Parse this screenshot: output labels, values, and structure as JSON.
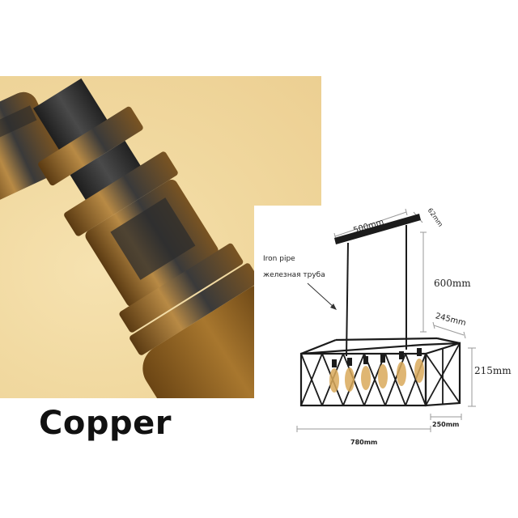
{
  "product": {
    "finish_label": "Copper",
    "photo_alt": "Close-up of copper-finish iron pipe lamp joint"
  },
  "diagram": {
    "callout": {
      "line1": "Iron pipe",
      "line2": "железная труба"
    },
    "dimensions": {
      "canopy_length": "500mm",
      "canopy_width": "62mm",
      "drop_height": "600mm",
      "cage_depth_top": "245mm",
      "cage_height": "215mm",
      "cage_depth_bottom": "250mm",
      "cage_length": "780mm"
    },
    "bulb_count": 6
  },
  "colors": {
    "background": "#ffffff",
    "photo_bg": "#f1d9a0",
    "metal_dark": "#1b1b1b",
    "copper": "#9a6a2a",
    "bulb": "#d9a95a",
    "dim_line": "#9a9a9a"
  }
}
